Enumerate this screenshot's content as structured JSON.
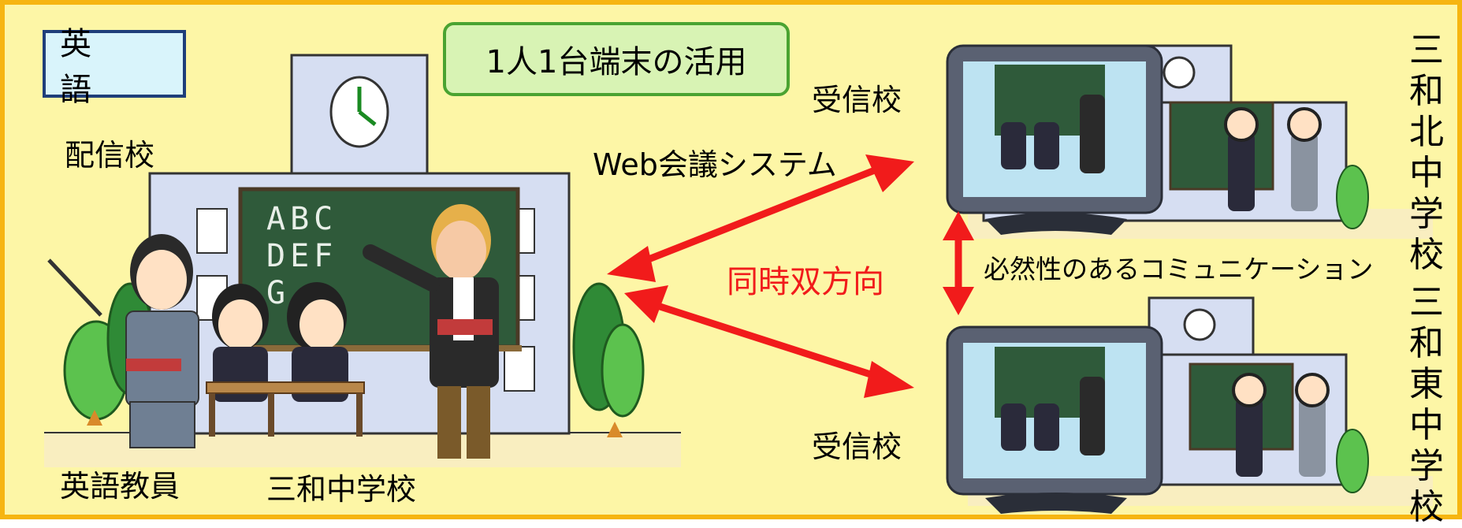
{
  "subject": "英　語",
  "title": "1人1台端末の活用",
  "sender_school_label": "配信校",
  "teacher_label": "英語教員",
  "sender_school_name": "三和中学校",
  "web_meeting_label": "Web会議システム",
  "sync_label": "同時双方向",
  "receiver_label_top": "受信校",
  "receiver_label_bottom": "受信校",
  "communication_label": "必然性のあるコミュニケーション",
  "receiver_school_1": [
    "三",
    "和",
    "北",
    "中",
    "学",
    "校"
  ],
  "receiver_school_2": [
    "三",
    "和",
    "東",
    "中",
    "学",
    "校"
  ],
  "blackboard_letters": [
    "ABC",
    "DEF",
    "G"
  ],
  "colors": {
    "frame_border": "#f6b511",
    "background": "#fdf6a6",
    "arrow": "#f11b1b",
    "subject_box_fill": "#d9f4fb",
    "subject_box_border": "#1f3e7a",
    "title_box_fill": "#d8f3b4",
    "title_box_border": "#4aa331"
  }
}
